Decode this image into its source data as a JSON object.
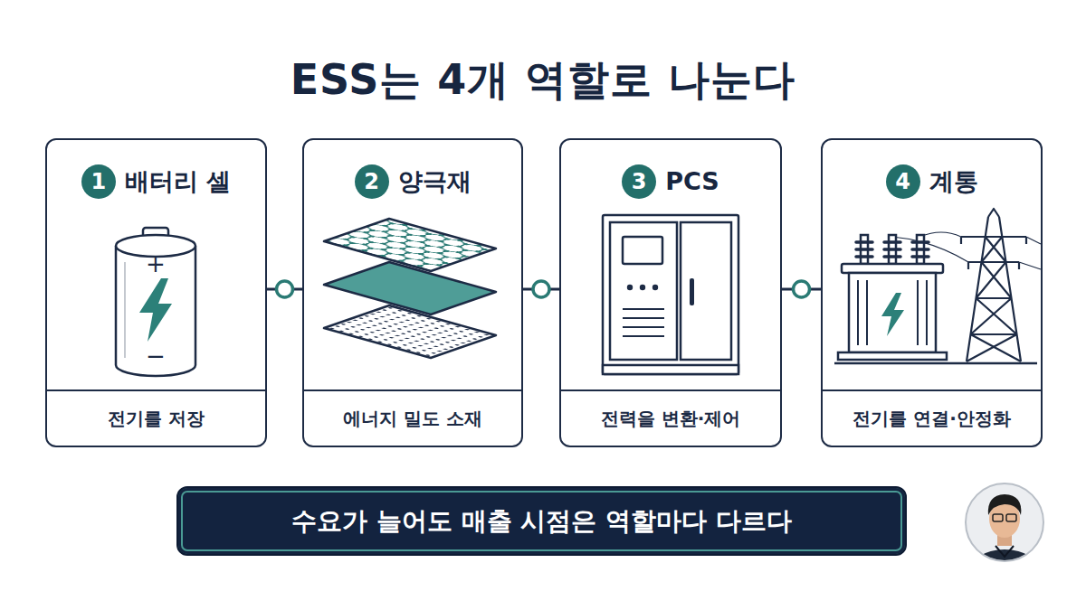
{
  "diagram": {
    "title": "ESS는 4개 역할로 나눈다",
    "nodes": [
      {
        "text": [
          "배터리 셀",
          "전기를 저장"
        ]
      },
      {
        "text": [
          "1"
        ],
        "in": 0
      },
      {
        "text": [
          "양극재",
          "에너지 밀도 소재"
        ]
      },
      {
        "text": [
          "2"
        ],
        "in": 2
      },
      {
        "text": [
          "PCS",
          "전력을 변환·제어"
        ]
      },
      {
        "text": [
          "3"
        ],
        "in": 4
      },
      {
        "text": [
          "계통",
          "전기를 연결·안정화"
        ]
      },
      {
        "text": [
          "4"
        ],
        "in": 6
      },
      {
        "text": [
          "수요가 늘어도 매출 시점은 역할마다 다르다"
        ]
      }
    ],
    "edges": [
      {
        "from": 0,
        "to": 2,
        "arrow": "none"
      },
      {
        "from": 2,
        "to": 4,
        "arrow": "none"
      },
      {
        "from": 4,
        "to": 6,
        "arrow": "none"
      }
    ],
    "labels": [
      "+",
      "−"
    ]
  }
}
